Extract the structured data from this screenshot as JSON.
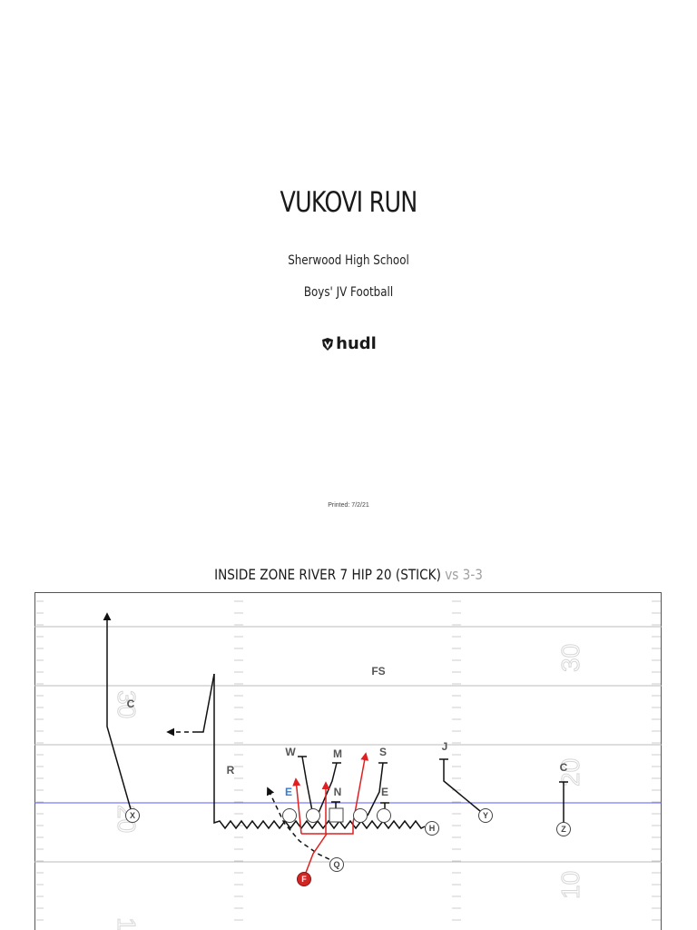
{
  "cover": {
    "title": "VUKOVI RUN",
    "school": "Sherwood High School",
    "team": "Boys' JV Football",
    "logo_text": "hudl",
    "printed": "Printed: 7/2/21"
  },
  "play": {
    "name": "INSIDE ZONE RIVER 7 HIP 20 (STICK)",
    "vs_label": "vs 3-3",
    "field_numbers": [
      "30",
      "20",
      "10"
    ],
    "offense": [
      "X",
      "Q",
      "H",
      "Y",
      "Z",
      "F"
    ],
    "defense": [
      "C",
      "R",
      "W",
      "M",
      "S",
      "E",
      "N",
      "E",
      "J",
      "FS",
      "C"
    ],
    "colors": {
      "line_of_scrimmage": "#5b5bff",
      "run_route": "#e02020",
      "ball_carrier": "#d42525",
      "highlight_defender": "#2f7de1",
      "route": "#111111"
    }
  }
}
